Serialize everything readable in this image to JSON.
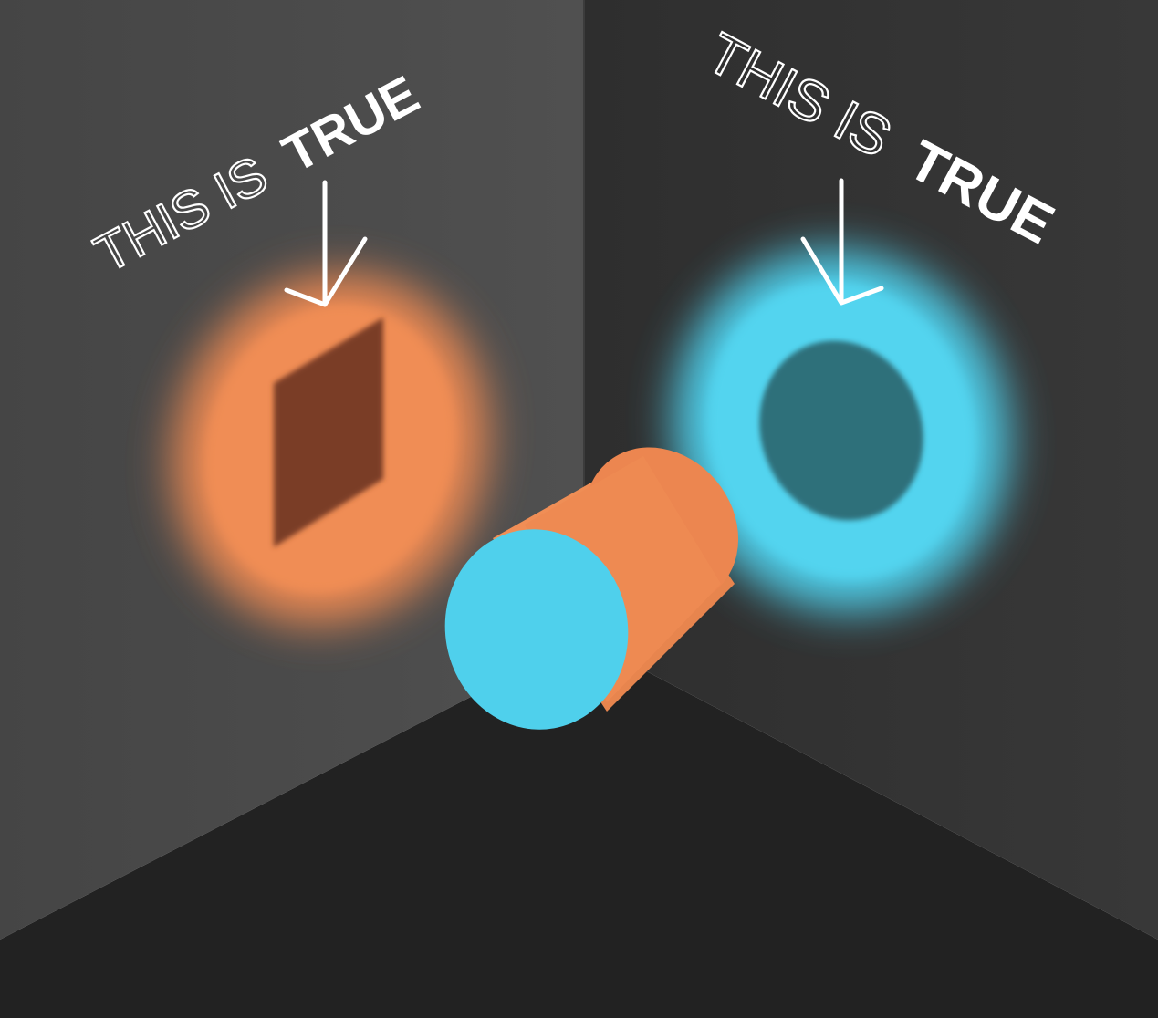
{
  "colors": {
    "left_wall": "#4a4a4a",
    "right_wall": "#343434",
    "floor": "#232323",
    "orange": "#ee8a52",
    "orange_shadow": "#7a3e28",
    "cyan": "#4fd2ee",
    "cyan_shadow": "#2d6f7a",
    "text": "#ffffff"
  },
  "left_label": {
    "prefix": "THIS IS",
    "emphasis": "TRUE",
    "arrow_icon": "down-arrow-icon"
  },
  "right_label": {
    "prefix": "THIS IS",
    "emphasis": "TRUE",
    "arrow_icon": "down-arrow-icon"
  },
  "left_projection": {
    "glow_color": "orange",
    "shadow_shape": "rectangle"
  },
  "right_projection": {
    "glow_color": "cyan",
    "shadow_shape": "circle"
  },
  "object": {
    "shape": "cylinder",
    "body_color": "orange",
    "end_color": "cyan"
  }
}
